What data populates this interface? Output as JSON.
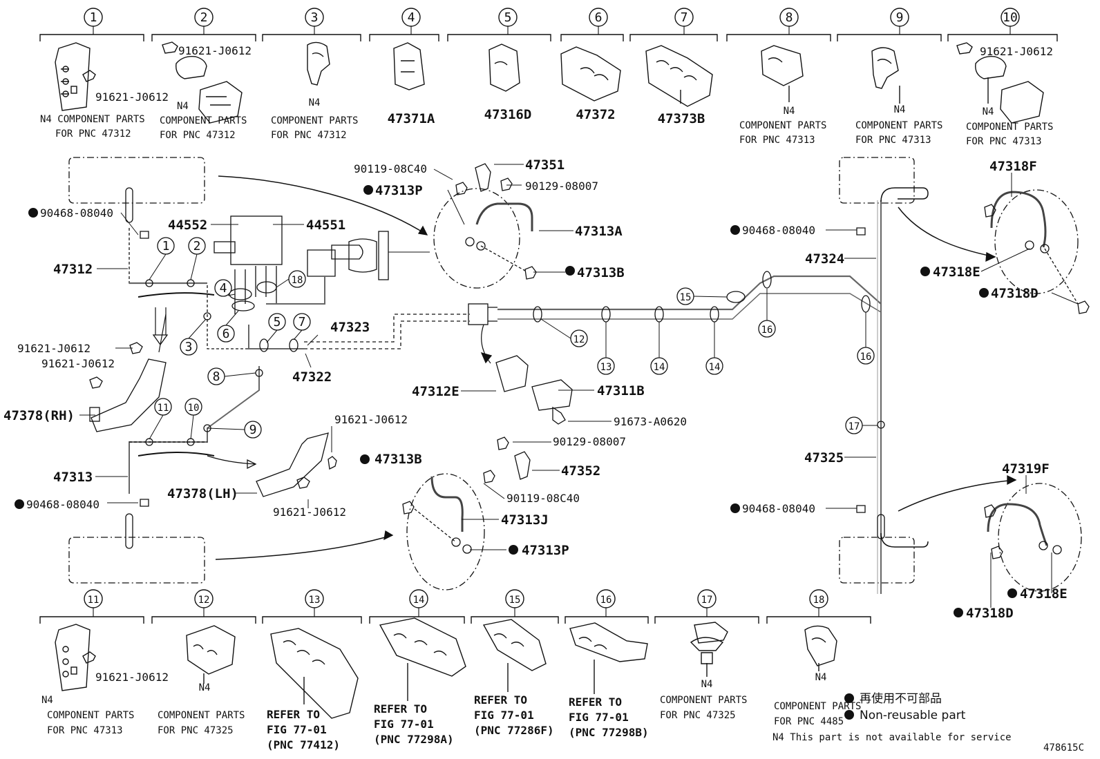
{
  "top_panels": [
    {
      "num": "1",
      "part": "91621-J0612",
      "lines": [
        "N4 COMPONENT PARTS",
        "FOR PNC 47312"
      ]
    },
    {
      "num": "2",
      "part": "91621-J0612",
      "lines": [
        "N4",
        "COMPONENT PARTS",
        "FOR PNC 47312"
      ]
    },
    {
      "num": "3",
      "part": "",
      "lines": [
        "N4",
        "COMPONENT PARTS",
        "FOR PNC 47312"
      ]
    },
    {
      "num": "4",
      "part": "47371A",
      "lines": []
    },
    {
      "num": "5",
      "part": "47316D",
      "lines": []
    },
    {
      "num": "6",
      "part": "47372",
      "lines": []
    },
    {
      "num": "7",
      "part": "47373B",
      "lines": []
    },
    {
      "num": "8",
      "part": "",
      "lines": [
        "N4",
        "COMPONENT PARTS",
        "FOR PNC 47313"
      ]
    },
    {
      "num": "9",
      "part": "",
      "lines": [
        "N4",
        "COMPONENT PARTS",
        "FOR PNC 47313"
      ]
    },
    {
      "num": "10",
      "part": "91621-J0612",
      "lines": [
        "N4",
        "COMPONENT PARTS",
        "FOR PNC 47313"
      ]
    }
  ],
  "bottom_panels": [
    {
      "num": "11",
      "part": "91621-J0612",
      "lines": [
        "N4",
        "COMPONENT PARTS",
        "FOR PNC 47313"
      ]
    },
    {
      "num": "12",
      "part": "",
      "lines": [
        "N4",
        "COMPONENT PARTS",
        "FOR PNC 47325"
      ]
    },
    {
      "num": "13",
      "part": "",
      "lines": [
        "REFER TO",
        "FIG 77-01",
        "(PNC 77412)"
      ]
    },
    {
      "num": "14",
      "part": "",
      "lines": [
        "REFER TO",
        "FIG 77-01",
        "(PNC 77298A)"
      ]
    },
    {
      "num": "15",
      "part": "",
      "lines": [
        "REFER TO",
        "FIG 77-01",
        "(PNC 77286F)"
      ]
    },
    {
      "num": "16",
      "part": "",
      "lines": [
        "REFER TO",
        "FIG 77-01",
        "(PNC 77298B)"
      ]
    },
    {
      "num": "17",
      "part": "",
      "lines": [
        "N4",
        "COMPONENT PARTS",
        "FOR PNC 47325"
      ]
    },
    {
      "num": "18",
      "part": "",
      "lines": [
        "N4",
        "COMPONENT PARTS",
        "FOR PNC 4485"
      ]
    }
  ],
  "callouts": {
    "c90119_top": "90119-08C40",
    "c47351": "47351",
    "c90129_top": "90129-08007",
    "c47313P_top": "47313P",
    "c47313A": "47313A",
    "c47313B_top": "47313B",
    "c90468_lt": "90468-08040",
    "c44552": "44552",
    "c44551": "44551",
    "c47312": "47312",
    "c47323": "47323",
    "c47322": "47322",
    "c91621_a": "91621-J0612",
    "c91621_b": "91621-J0612",
    "c47378RH": "47378(RH)",
    "c47312E": "47312E",
    "c47311B": "47311B",
    "c91673": "91673-A0620",
    "c47313": "47313",
    "c91621_c": "91621-J0612",
    "c47313B_bot": "47313B",
    "c90129_bot": "90129-08007",
    "c47352": "47352",
    "c90119_bot": "90119-08C40",
    "c47378LH": "47378(LH)",
    "c91621_d": "91621-J0612",
    "c47313J": "47313J",
    "c47313P_bot": "47313P",
    "c90468_lb": "90468-08040",
    "c90468_rt": "90468-08040",
    "c47324": "47324",
    "c47318F": "47318F",
    "c47318E_top": "47318E",
    "c47318D_top": "47318D",
    "c47325": "47325",
    "c90468_rb": "90468-08040",
    "c47319F": "47319F",
    "c47318E_bot": "47318E",
    "c47318D_bot": "47318D"
  },
  "legend": {
    "jp": "再使用不可部品",
    "en": "Non-reusable part",
    "n4": "N4 This part is not available for service",
    "fig_id": "478615C"
  }
}
